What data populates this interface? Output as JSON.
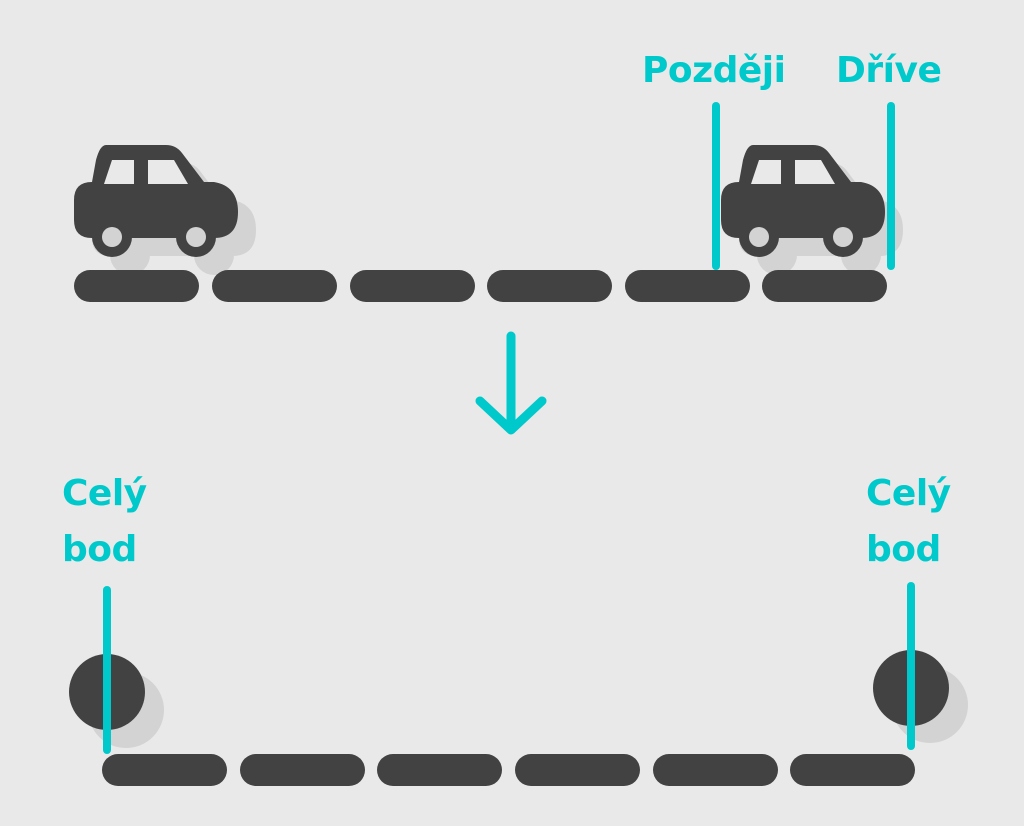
{
  "top_section": {
    "label_later": "Později",
    "label_earlier": "Dříve"
  },
  "bottom_section": {
    "left_label_line1": "Celý",
    "left_label_line2": "bod",
    "right_label_line1": "Celý",
    "right_label_line2": "bod"
  },
  "colors": {
    "accent": "#00c9cb",
    "dark": "#424242",
    "shadow": "#d3d3d3",
    "background": "#e9e9e9"
  }
}
